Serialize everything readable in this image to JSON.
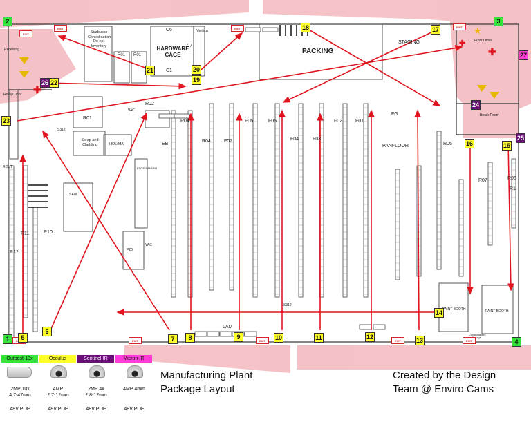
{
  "title_line1": "Manufacturing Plant",
  "title_line2": "Package Layout",
  "credit_line1": "Created by the Design",
  "credit_line2": "Team @ Enviro Cams",
  "colors": {
    "occulus": "#ffff2a",
    "outpost": "#36e33b",
    "sentinel": "#6a0f78",
    "micron": "#ff3bd8",
    "arrow": "#e0141e",
    "coverage": "#f3b8bd",
    "exit": "#d6282a"
  },
  "areas": {
    "starbucks": "Starbucks Consolidation Do not Inventory",
    "hardware_cage": "HARDWARE CAGE",
    "c6": "C6",
    "c1": "C1",
    "c7": "C7",
    "vertica": "Vertica",
    "packing": "PACKING",
    "staging": "STAGING",
    "front_office": "Front Office",
    "receiving": "Receiving",
    "break_room": "Break Room",
    "rollup": "Rollup Door",
    "r01a": "R01",
    "r01b": "R01",
    "r01_room": "R01",
    "scrap": "Scrap and Cladding",
    "holima": "HOLIMA",
    "r02": "R02",
    "eb": "EB",
    "r04": "R04",
    "f07": "F07",
    "f06": "F06",
    "f05": "F05",
    "f04": "F04",
    "f03": "F03",
    "f02": "F02",
    "f01": "F01",
    "fg": "FG",
    "panfloor": "PANFLOOR",
    "r06": "R06",
    "r07": "R07",
    "r08": "R08",
    "r1": "R1",
    "r10": "R10",
    "r11": "R11",
    "r12": "R12",
    "lam": "LAM",
    "paint_booth_1": "PAINT BOOTH",
    "paint_booth_2": "PAINT BOOTH",
    "consumables": "Consumables Storage",
    "vac": "VAC",
    "edge_bander": "EDGE BANDER",
    "s312": "S312",
    "s312b": "S312",
    "vac2": "VAC",
    "p20": "P20",
    "saw": "SAW",
    "rout": "ROUT"
  },
  "exit_label": "EXIT",
  "cameras": [
    {
      "id": "1",
      "type": "outpost"
    },
    {
      "id": "2",
      "type": "outpost"
    },
    {
      "id": "3",
      "type": "outpost"
    },
    {
      "id": "4",
      "type": "outpost"
    },
    {
      "id": "5",
      "type": "occulus"
    },
    {
      "id": "6",
      "type": "occulus"
    },
    {
      "id": "7",
      "type": "occulus"
    },
    {
      "id": "8",
      "type": "occulus"
    },
    {
      "id": "9",
      "type": "occulus"
    },
    {
      "id": "10",
      "type": "occulus"
    },
    {
      "id": "11",
      "type": "occulus"
    },
    {
      "id": "12",
      "type": "occulus"
    },
    {
      "id": "13",
      "type": "occulus"
    },
    {
      "id": "14",
      "type": "occulus"
    },
    {
      "id": "15",
      "type": "occulus"
    },
    {
      "id": "16",
      "type": "occulus"
    },
    {
      "id": "17",
      "type": "occulus"
    },
    {
      "id": "18",
      "type": "occulus"
    },
    {
      "id": "19",
      "type": "occulus"
    },
    {
      "id": "20",
      "type": "occulus"
    },
    {
      "id": "21",
      "type": "occulus"
    },
    {
      "id": "22",
      "type": "occulus"
    },
    {
      "id": "23",
      "type": "occulus"
    },
    {
      "id": "24",
      "type": "sentinel"
    },
    {
      "id": "25",
      "type": "sentinel"
    },
    {
      "id": "26",
      "type": "sentinel"
    },
    {
      "id": "27",
      "type": "micron"
    }
  ],
  "legend": [
    {
      "name": "Outpost-10x",
      "spec1": "2MP 10x",
      "spec2": "4.7-47mm",
      "poe": "48V POE",
      "icon": "bullet-camera-icon"
    },
    {
      "name": "Occulus",
      "spec1": "4MP",
      "spec2": "2.7-12mm",
      "poe": "48V POE",
      "icon": "dome-camera-icon"
    },
    {
      "name": "Sentinel-IR",
      "spec1": "2MP 4x",
      "spec2": "2.8-12mm",
      "poe": "48V POE",
      "icon": "ptz-dome-camera-icon"
    },
    {
      "name": "Micron-IR",
      "spec1": "4MP 4mm",
      "spec2": "",
      "poe": "48V POE",
      "icon": "mini-dome-camera-icon"
    }
  ]
}
